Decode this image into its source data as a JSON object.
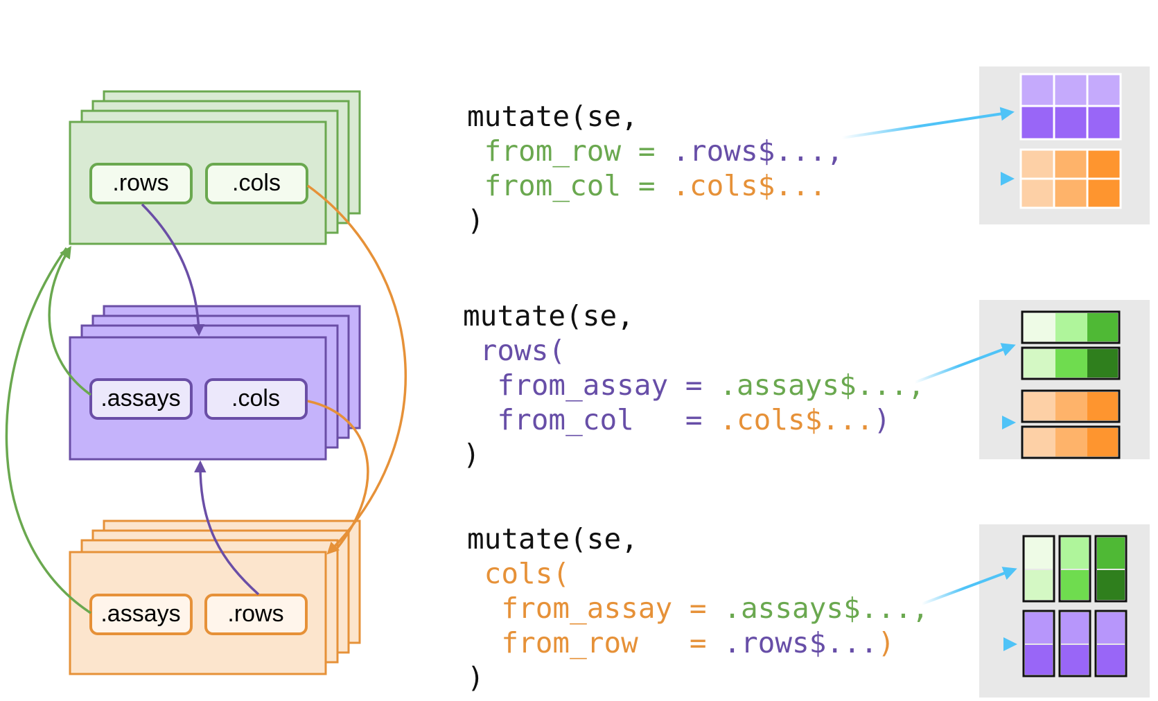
{
  "colors": {
    "green": "#6aa84f",
    "green_fill": "#d9ead3",
    "green_chip": "#f4fbef",
    "purple": "#6a4ea6",
    "purple_fill": "#c5b3fb",
    "purple_chip": "#ece8fb",
    "orange": "#e69138",
    "orange_fill": "#fce5cd",
    "orange_chip": "#fff5eb",
    "code_black": "#111111",
    "code_green": "#6aa84f",
    "code_purple": "#674ea7",
    "code_orange": "#e69138",
    "blue_arrow": "#4fc3f7",
    "panel_bg": "#e8e8e8"
  },
  "stacks": {
    "top": {
      "chips": [
        ".rows",
        ".cols"
      ]
    },
    "middle": {
      "chips": [
        ".assays",
        ".cols"
      ]
    },
    "bottom": {
      "chips": [
        ".assays",
        ".rows"
      ]
    }
  },
  "code_blocks": [
    {
      "lines": [
        [
          {
            "t": "mutate(se,",
            "c": "code_black"
          }
        ],
        [
          {
            "t": " from_row = ",
            "c": "code_green"
          },
          {
            "t": ".rows$...,",
            "c": "code_purple"
          }
        ],
        [
          {
            "t": " from_col = ",
            "c": "code_green"
          },
          {
            "t": ".cols$...",
            "c": "code_orange"
          }
        ],
        [
          {
            "t": ")",
            "c": "code_black"
          }
        ]
      ]
    },
    {
      "lines": [
        [
          {
            "t": "mutate(se,",
            "c": "code_black"
          }
        ],
        [
          {
            "t": " rows(",
            "c": "code_purple"
          }
        ],
        [
          {
            "t": "  from_assay = ",
            "c": "code_purple"
          },
          {
            "t": ".assays$...,",
            "c": "code_green"
          }
        ],
        [
          {
            "t": "  from_col   = ",
            "c": "code_purple"
          },
          {
            "t": ".cols$...",
            "c": "code_orange"
          },
          {
            "t": ")",
            "c": "code_purple"
          }
        ],
        [
          {
            "t": ")",
            "c": "code_black"
          }
        ]
      ]
    },
    {
      "lines": [
        [
          {
            "t": "mutate(se,",
            "c": "code_black"
          }
        ],
        [
          {
            "t": " cols(",
            "c": "code_orange"
          }
        ],
        [
          {
            "t": "  from_assay = ",
            "c": "code_orange"
          },
          {
            "t": ".assays$...,",
            "c": "code_green"
          }
        ],
        [
          {
            "t": "  from_row   = ",
            "c": "code_orange"
          },
          {
            "t": ".rows$...",
            "c": "code_purple"
          },
          {
            "t": ")",
            "c": "code_orange"
          }
        ],
        [
          {
            "t": ")",
            "c": "code_black"
          }
        ]
      ]
    }
  ]
}
